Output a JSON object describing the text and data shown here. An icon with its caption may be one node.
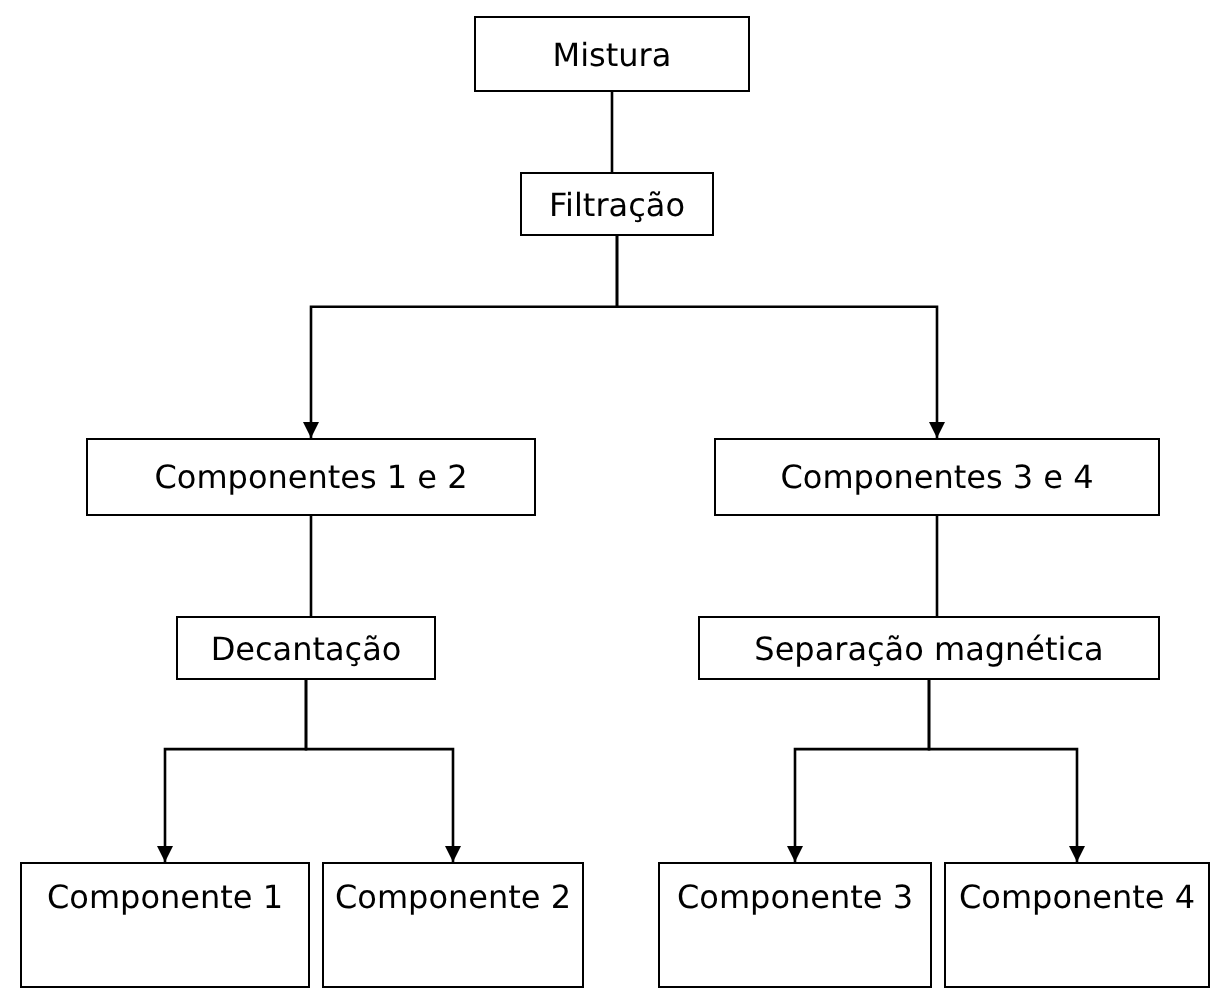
{
  "diagram": {
    "nodes": [
      {
        "text": [
          "Mistura"
        ]
      },
      {
        "text": [
          "Filtração"
        ]
      },
      {
        "text": [
          "Componentes 1 e 2"
        ]
      },
      {
        "text": [
          "Componentes 3 e 4"
        ]
      },
      {
        "text": [
          "Decantação"
        ]
      },
      {
        "text": [
          "Separação magnética"
        ]
      },
      {
        "text": [
          "Componente 1"
        ]
      },
      {
        "text": [
          "Componente 2"
        ]
      },
      {
        "text": [
          "Componente 3"
        ]
      },
      {
        "text": [
          "Componente 4"
        ]
      }
    ],
    "edges": [
      {
        "from": 0,
        "to": 1,
        "arrow": "none"
      },
      {
        "from": 1,
        "to": 2,
        "arrow": "to"
      },
      {
        "from": 1,
        "to": 3,
        "arrow": "to"
      },
      {
        "from": 2,
        "to": 4,
        "arrow": "none"
      },
      {
        "from": 3,
        "to": 5,
        "arrow": "none"
      },
      {
        "from": 4,
        "to": 6,
        "arrow": "to"
      },
      {
        "from": 4,
        "to": 7,
        "arrow": "to"
      },
      {
        "from": 5,
        "to": 8,
        "arrow": "to"
      },
      {
        "from": 5,
        "to": 9,
        "arrow": "to"
      }
    ]
  }
}
